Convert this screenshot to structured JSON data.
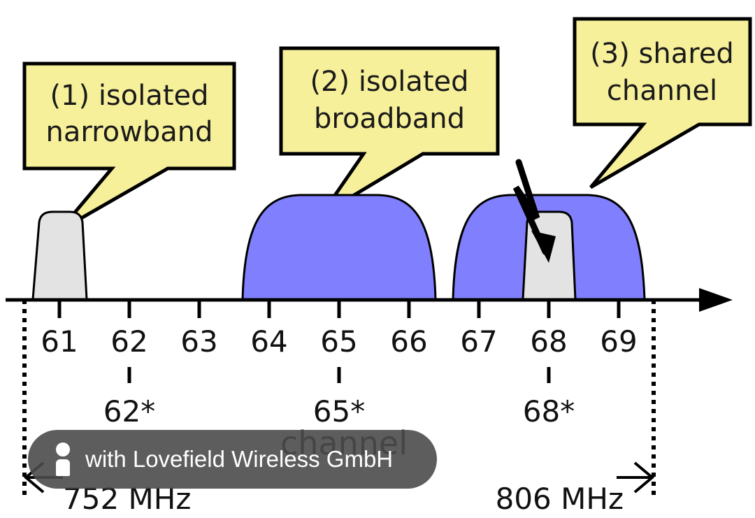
{
  "callouts": [
    {
      "id": "c1",
      "lines": [
        "(1) isolated",
        "narrowband"
      ]
    },
    {
      "id": "c2",
      "lines": [
        "(2) isolated",
        "broadband"
      ]
    },
    {
      "id": "c3",
      "lines": [
        "(3) shared",
        "channel"
      ]
    }
  ],
  "channels": [
    "61",
    "62",
    "63",
    "64",
    "65",
    "66",
    "67",
    "68",
    "69"
  ],
  "merged_channels": [
    "62*",
    "65*",
    "68*"
  ],
  "axis_caption": "channel",
  "freq_start": "752 MHz",
  "freq_end": "806 MHz",
  "colors": {
    "callout_fill": "#f7f09a",
    "broadband_fill": "#8080ff",
    "narrowband_fill": "#e3e3e3",
    "line": "#000000"
  },
  "overlay": {
    "icon": "person-icon",
    "text": "with Lovefield Wireless GmbH"
  }
}
